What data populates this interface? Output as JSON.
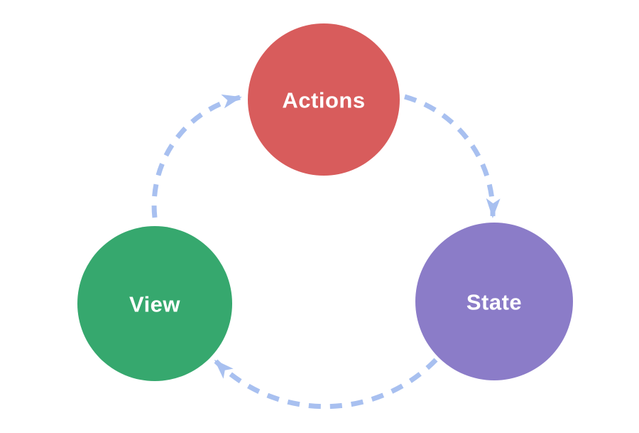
{
  "diagram": {
    "type": "cycle-diagram",
    "background_color": "#ffffff",
    "label_color": "#ffffff",
    "arrow_color": "#a8c0f0",
    "nodes": [
      {
        "id": "actions",
        "label": "Actions",
        "color": "#d85c5c"
      },
      {
        "id": "state",
        "label": "State",
        "color": "#8b7cc8"
      },
      {
        "id": "view",
        "label": "View",
        "color": "#36a86e"
      }
    ],
    "flows": [
      {
        "from": "View",
        "to": "Actions"
      },
      {
        "from": "Actions",
        "to": "State"
      },
      {
        "from": "State",
        "to": "View"
      }
    ]
  }
}
